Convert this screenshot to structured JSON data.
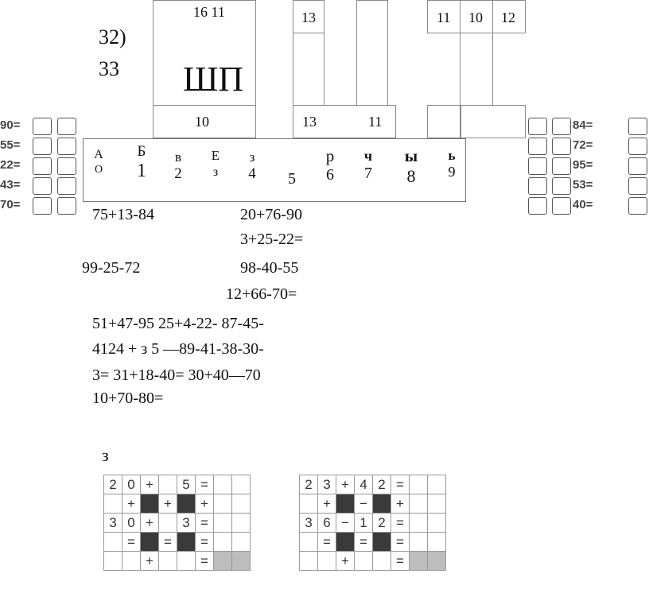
{
  "header": {
    "task_number": "32)",
    "sub_number": "33"
  },
  "upper_boxes": {
    "left_top": "16 11",
    "left_big": "ШП",
    "left_bottom": "10",
    "mid_top": "13",
    "mid_bottom_a": "13",
    "mid_bottom_b": "11",
    "right_top_1": "11",
    "right_top_2": "10",
    "right_top_3": "12"
  },
  "letter_row": {
    "cells": [
      {
        "top": "А",
        "bottom": "О"
      },
      {
        "top": "Б",
        "bottom": "1"
      },
      {
        "top": "в",
        "bottom": "2"
      },
      {
        "top": "Е",
        "bottom": "з"
      },
      {
        "top": "з",
        "bottom": "4"
      },
      {
        "top": "",
        "bottom": "5"
      },
      {
        "top": "р",
        "bottom": "6"
      },
      {
        "top": "ч",
        "bottom": "7"
      },
      {
        "top": "ы",
        "bottom": "8"
      },
      {
        "top": "ь",
        "bottom": "9"
      }
    ]
  },
  "left_side": [
    "90=",
    "55=",
    "22=",
    "43=",
    "70="
  ],
  "right_side": [
    "84=",
    "72=",
    "95=",
    "53=",
    "40="
  ],
  "expressions": {
    "e1": "75+13-84",
    "e2": "20+76-90",
    "e3": "3+25-22=",
    "e4": "99-25-72",
    "e5": "98-40-55",
    "e6": "12+66-70=",
    "line1": "51+47-95 25+4-22- 87-45-",
    "line2": "4124 + з 5 —89-41-38-30-",
    "line3": "3= 31+18-40= 30+40—70",
    "line4": "10+70-80="
  },
  "footer_label": "з",
  "grid1": [
    [
      "2",
      "0",
      "+",
      "",
      "5",
      "=",
      "",
      ""
    ],
    [
      "",
      "+",
      "#",
      "+",
      "#",
      "+",
      "",
      ""
    ],
    [
      "3",
      "0",
      "+",
      "",
      "3",
      "=",
      "",
      ""
    ],
    [
      "",
      "=",
      "#",
      "=",
      "#",
      "=",
      "",
      ""
    ],
    [
      "",
      "",
      "+",
      "",
      "",
      "=",
      "%",
      "%"
    ]
  ],
  "grid2": [
    [
      "2",
      "3",
      "+",
      "4",
      "2",
      "=",
      "",
      ""
    ],
    [
      "",
      "+",
      "#",
      "−",
      "#",
      "+",
      "",
      ""
    ],
    [
      "3",
      "6",
      "−",
      "1",
      "2",
      "=",
      "",
      ""
    ],
    [
      "",
      "=",
      "#",
      "=",
      "#",
      "=",
      "",
      ""
    ],
    [
      "",
      "",
      "+",
      "",
      "",
      "=",
      "%",
      "%"
    ]
  ]
}
